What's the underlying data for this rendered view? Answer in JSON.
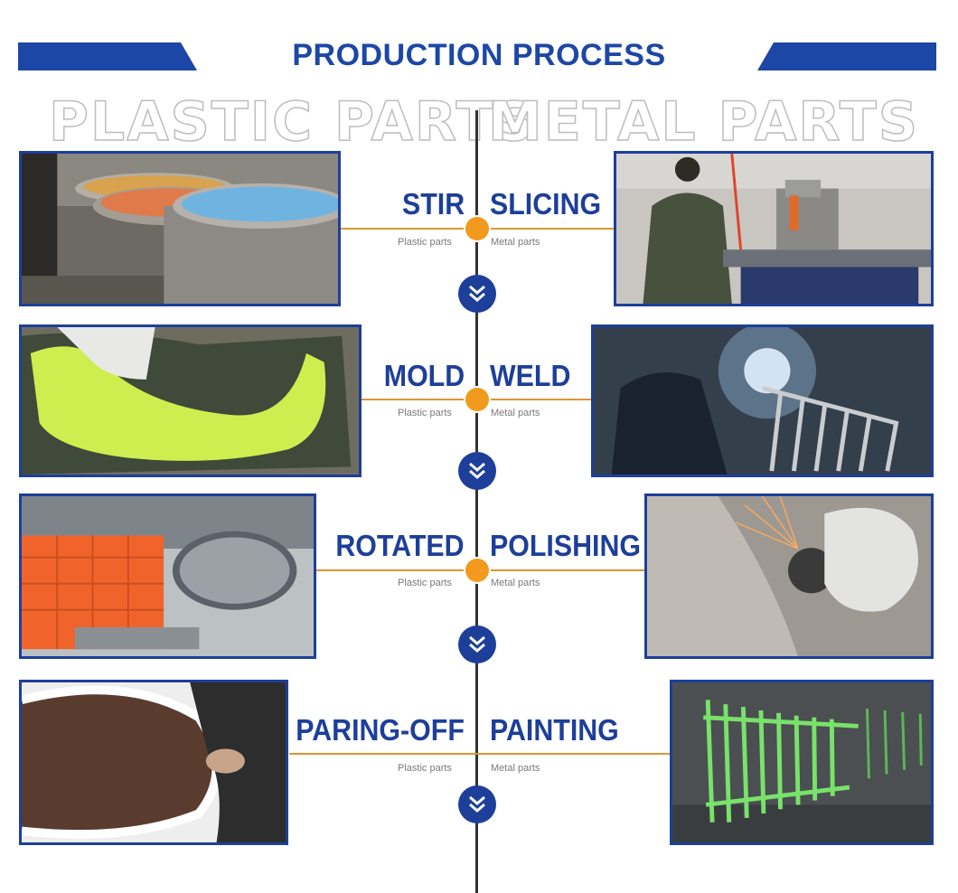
{
  "header": {
    "title": "PRODUCTION PROCESS",
    "left_heading": "PLASTIC PARTS",
    "right_heading": "METAL PARTS",
    "accent_color": "#1d47a6",
    "dot_color": "#f29a1e"
  },
  "steps": [
    {
      "left_label": "STIR",
      "left_sub": "Plastic parts",
      "right_label": "SLICING",
      "right_sub": "Metal parts"
    },
    {
      "left_label": "MOLD",
      "left_sub": "Plastic parts",
      "right_label": "WELD",
      "right_sub": "Metal parts"
    },
    {
      "left_label": "ROTATED",
      "left_sub": "Plastic parts",
      "right_label": "POLISHING",
      "right_sub": "Metal parts"
    },
    {
      "left_label": "PARING-OFF",
      "left_sub": "Plastic parts",
      "right_label": "PAINTING",
      "right_sub": "Metal parts"
    }
  ]
}
